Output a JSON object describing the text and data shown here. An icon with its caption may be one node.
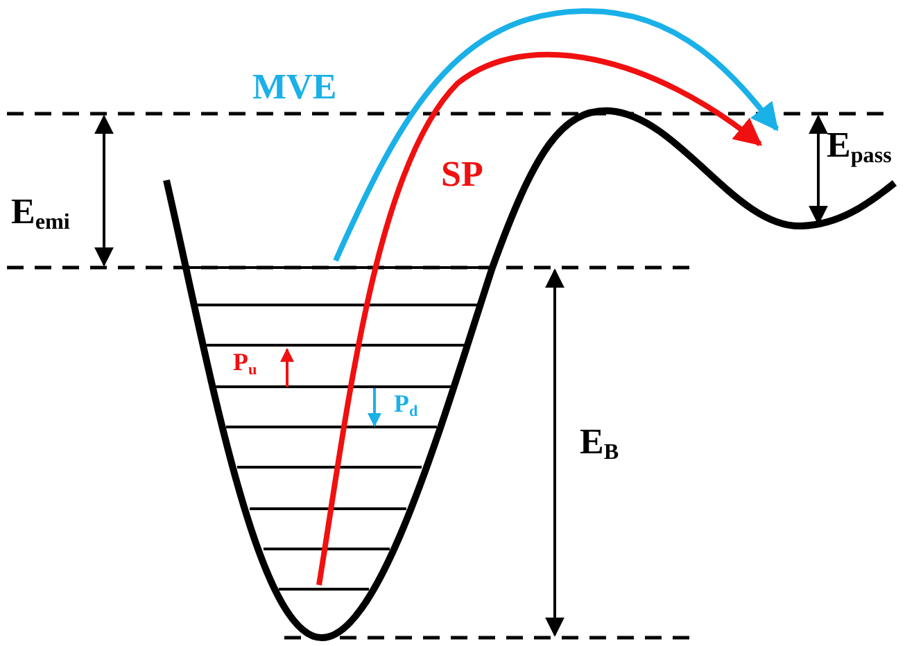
{
  "diagram": {
    "labels": [
      "MVE",
      "E$_{emi}$",
      "SP",
      "E$_{pass}$",
      "P$_{u}$",
      "P$_{d}$",
      "E$_{B}$"
    ]
  }
}
